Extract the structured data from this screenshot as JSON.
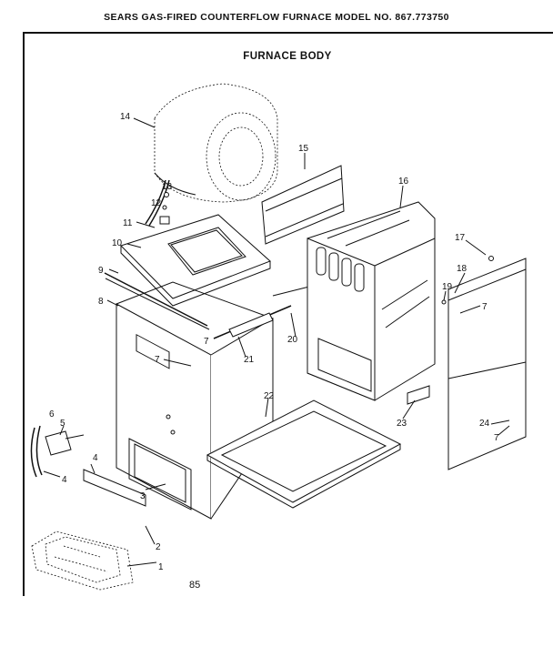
{
  "header": {
    "document_title": "SEARS GAS-FIRED COUNTERFLOW FURNACE MODEL NO. 867.773750",
    "section_title": "FURNACE BODY"
  },
  "callouts": [
    "1",
    "2",
    "3",
    "4",
    "4",
    "5",
    "6",
    "7",
    "7",
    "7",
    "7",
    "8",
    "9",
    "10",
    "11",
    "12",
    "13",
    "14",
    "15",
    "16",
    "17",
    "18",
    "19",
    "20",
    "21",
    "22",
    "23",
    "24"
  ],
  "footer": {
    "page_code": "85"
  }
}
